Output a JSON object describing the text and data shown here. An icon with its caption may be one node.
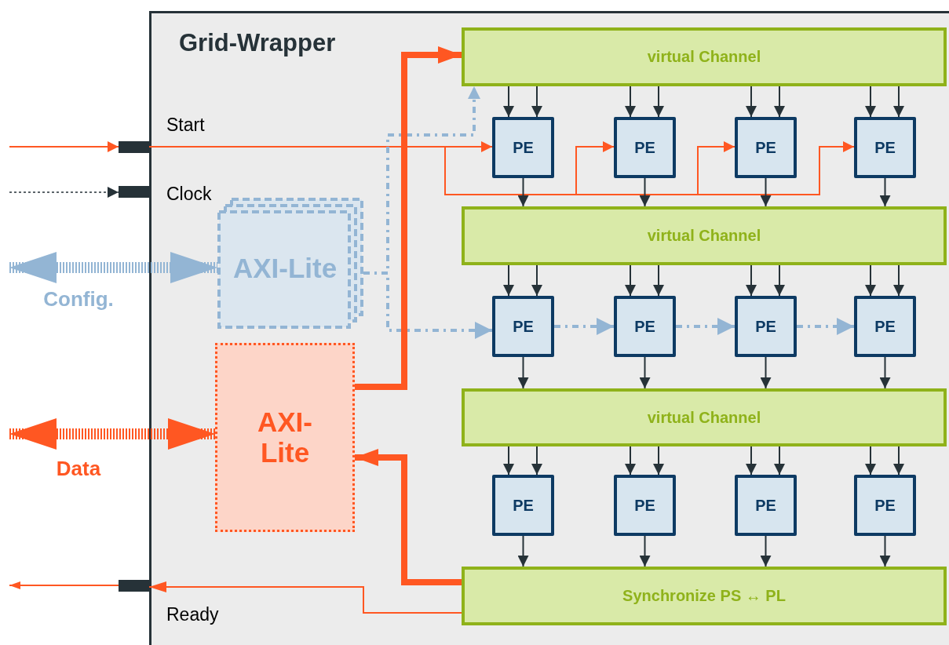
{
  "diagram": {
    "nodes": [
      {
        "text": [
          "Grid-Wrapper"
        ]
      },
      {
        "text": [],
        "shape": "bar",
        "beside": [
          "Start"
        ]
      },
      {
        "text": [],
        "shape": "bar",
        "beside": [
          "Clock"
        ]
      },
      {
        "text": [
          "AXI-Lite"
        ],
        "in": 0
      },
      {
        "text": [
          "AXI-Lite"
        ],
        "in": 0
      },
      {
        "text": [],
        "shape": "bar",
        "beside": [
          "Ready"
        ]
      },
      {
        "text": [
          "virtual Channel"
        ],
        "in": 0
      },
      {
        "text": [
          "PE"
        ],
        "in": 0
      },
      {
        "text": [
          "PE"
        ],
        "in": 0
      },
      {
        "text": [
          "PE"
        ],
        "in": 0
      },
      {
        "text": [
          "PE"
        ],
        "in": 0
      },
      {
        "text": [
          "virtual Channel"
        ],
        "in": 0
      },
      {
        "text": [
          "PE"
        ],
        "in": 0
      },
      {
        "text": [
          "PE"
        ],
        "in": 0
      },
      {
        "text": [
          "PE"
        ],
        "in": 0
      },
      {
        "text": [
          "PE"
        ],
        "in": 0
      },
      {
        "text": [
          "virtual Channel"
        ],
        "in": 0
      },
      {
        "text": [
          "PE"
        ],
        "in": 0
      },
      {
        "text": [
          "PE"
        ],
        "in": 0
      },
      {
        "text": [
          "PE"
        ],
        "in": 0
      },
      {
        "text": [
          "PE"
        ],
        "in": 0
      },
      {
        "text": [
          "Synchronize PS ↔ PL"
        ],
        "in": 0
      }
    ],
    "edges": [
      {
        "from": null,
        "to": 1,
        "arrow": "to",
        "color": "#ff5722"
      },
      {
        "from": 1,
        "to": 7,
        "arrow": "to",
        "color": "#ff5722"
      },
      {
        "from": 1,
        "to": 8,
        "arrow": "to",
        "color": "#ff5722"
      },
      {
        "from": 1,
        "to": 9,
        "arrow": "to",
        "color": "#ff5722"
      },
      {
        "from": 1,
        "to": 10,
        "arrow": "to",
        "color": "#ff5722"
      },
      {
        "from": null,
        "to": 2,
        "arrow": "to",
        "style": "dashed"
      },
      {
        "from": null,
        "to": 3,
        "arrow": "both",
        "label": "Config.",
        "style": "dashed",
        "color": "#93b5d4"
      },
      {
        "from": 3,
        "to": 6,
        "arrow": "to",
        "style": "dashed",
        "color": "#93b5d4"
      },
      {
        "from": 3,
        "to": 12,
        "arrow": "to",
        "style": "dashed",
        "color": "#93b5d4"
      },
      {
        "from": 12,
        "to": 13,
        "arrow": "to",
        "style": "dashed",
        "color": "#93b5d4"
      },
      {
        "from": 13,
        "to": 14,
        "arrow": "to",
        "style": "dashed",
        "color": "#93b5d4"
      },
      {
        "from": 14,
        "to": 15,
        "arrow": "to",
        "style": "dashed",
        "color": "#93b5d4"
      },
      {
        "from": null,
        "to": 4,
        "arrow": "both",
        "label": "Data",
        "style": "dashed",
        "color": "#ff5722"
      },
      {
        "from": 4,
        "to": 6,
        "arrow": "to",
        "style": "thick",
        "color": "#ff5722"
      },
      {
        "from": 21,
        "to": 4,
        "arrow": "to",
        "style": "thick",
        "color": "#ff5722"
      },
      {
        "from": 21,
        "to": 5,
        "arrow": "to",
        "color": "#ff5722"
      },
      {
        "from": 5,
        "to": null,
        "arrow": "to",
        "color": "#ff5722"
      },
      {
        "from": 6,
        "to": 7,
        "arrow": "to"
      },
      {
        "from": 6,
        "to": 7,
        "arrow": "to"
      },
      {
        "from": 6,
        "to": 8,
        "arrow": "to"
      },
      {
        "from": 6,
        "to": 8,
        "arrow": "to"
      },
      {
        "from": 6,
        "to": 9,
        "arrow": "to"
      },
      {
        "from": 6,
        "to": 9,
        "arrow": "to"
      },
      {
        "from": 6,
        "to": 10,
        "arrow": "to"
      },
      {
        "from": 6,
        "to": 10,
        "arrow": "to"
      },
      {
        "from": 7,
        "to": 11,
        "arrow": "to"
      },
      {
        "from": 8,
        "to": 11,
        "arrow": "to"
      },
      {
        "from": 9,
        "to": 11,
        "arrow": "to"
      },
      {
        "from": 10,
        "to": 11,
        "arrow": "to"
      },
      {
        "from": 11,
        "to": 12,
        "arrow": "to"
      },
      {
        "from": 11,
        "to": 12,
        "arrow": "to"
      },
      {
        "from": 11,
        "to": 13,
        "arrow": "to"
      },
      {
        "from": 11,
        "to": 13,
        "arrow": "to"
      },
      {
        "from": 11,
        "to": 14,
        "arrow": "to"
      },
      {
        "from": 11,
        "to": 14,
        "arrow": "to"
      },
      {
        "from": 11,
        "to": 15,
        "arrow": "to"
      },
      {
        "from": 11,
        "to": 15,
        "arrow": "to"
      },
      {
        "from": 12,
        "to": 16,
        "arrow": "to"
      },
      {
        "from": 13,
        "to": 16,
        "arrow": "to"
      },
      {
        "from": 14,
        "to": 16,
        "arrow": "to"
      },
      {
        "from": 15,
        "to": 16,
        "arrow": "to"
      },
      {
        "from": 16,
        "to": 17,
        "arrow": "to"
      },
      {
        "from": 16,
        "to": 17,
        "arrow": "to"
      },
      {
        "from": 16,
        "to": 18,
        "arrow": "to"
      },
      {
        "from": 16,
        "to": 18,
        "arrow": "to"
      },
      {
        "from": 16,
        "to": 19,
        "arrow": "to"
      },
      {
        "from": 16,
        "to": 19,
        "arrow": "to"
      },
      {
        "from": 16,
        "to": 20,
        "arrow": "to"
      },
      {
        "from": 16,
        "to": 20,
        "arrow": "to"
      },
      {
        "from": 17,
        "to": 21,
        "arrow": "to"
      },
      {
        "from": 18,
        "to": 21,
        "arrow": "to"
      },
      {
        "from": 19,
        "to": 21,
        "arrow": "to"
      },
      {
        "from": 20,
        "to": 21,
        "arrow": "to"
      }
    ]
  }
}
